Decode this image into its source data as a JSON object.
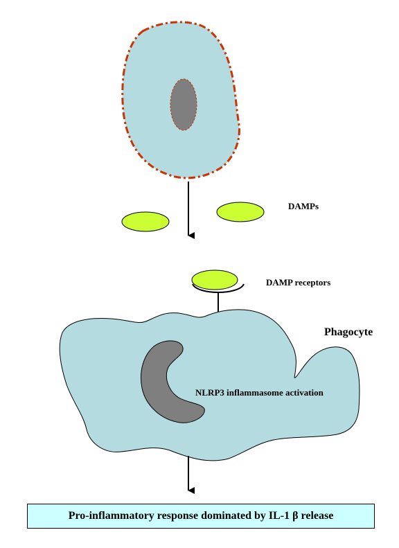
{
  "labels": {
    "damps": "DAMPs",
    "damp_receptors": "DAMP receptors",
    "phagocyte": "Phagocyte",
    "nlrp3": "NLRP3 inflammasome activation",
    "response": "Pro-inflammatory response dominated by IL-1 β release"
  },
  "colors": {
    "cell_fill": "#b4dce0",
    "dying_cell_border": "#cc3300",
    "nucleus": "#7f7f7f",
    "damp_fill": "#ccff33",
    "response_box_fill": "#ccffff"
  }
}
